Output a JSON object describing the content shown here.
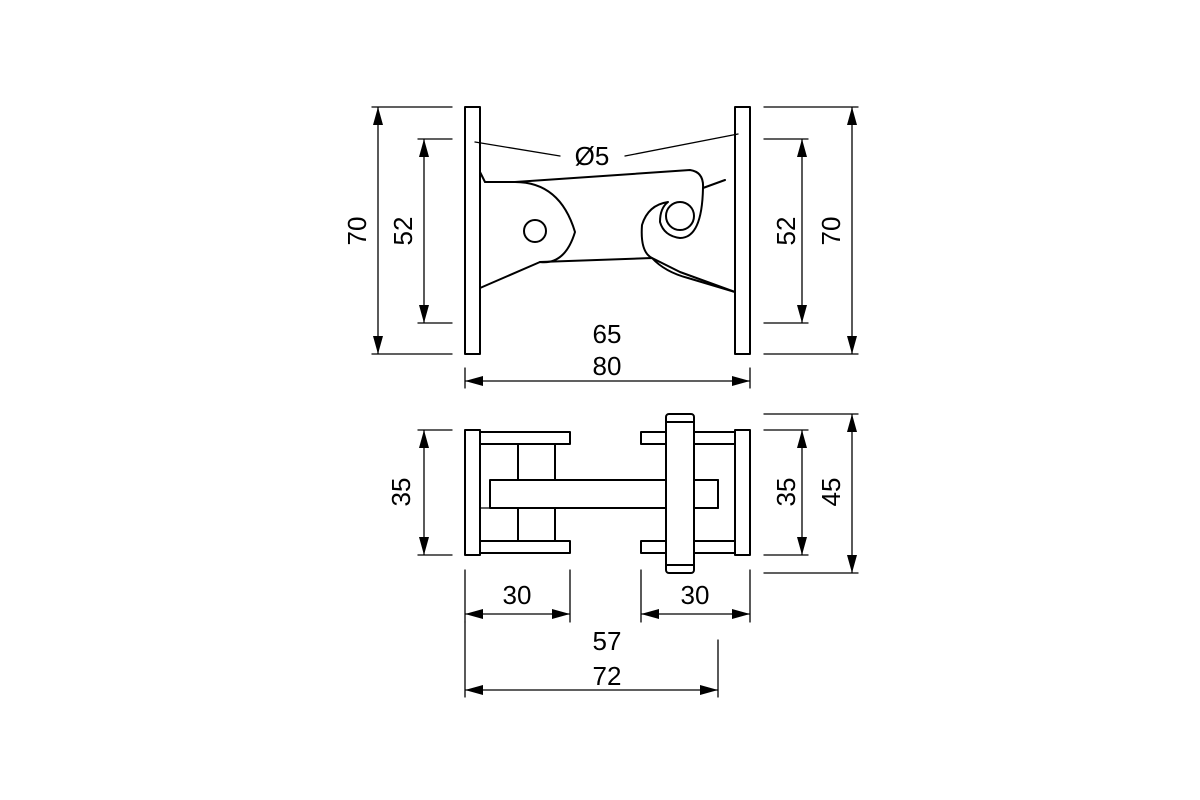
{
  "drawing": {
    "line_color": "#000000",
    "background_color": "#ffffff",
    "front_view": {
      "dim_left_outer": "70",
      "dim_left_inner": "52",
      "dim_right_inner": "52",
      "dim_right_outer": "70",
      "dim_hole_diameter": "Ø5",
      "dim_inner_width": "65",
      "dim_outer_width": "80"
    },
    "top_view": {
      "dim_left_height": "35",
      "dim_right_inner": "35",
      "dim_right_outer": "45",
      "dim_left_width": "30",
      "dim_right_width": "30",
      "dim_inner_length": "57",
      "dim_outer_length": "72"
    }
  }
}
